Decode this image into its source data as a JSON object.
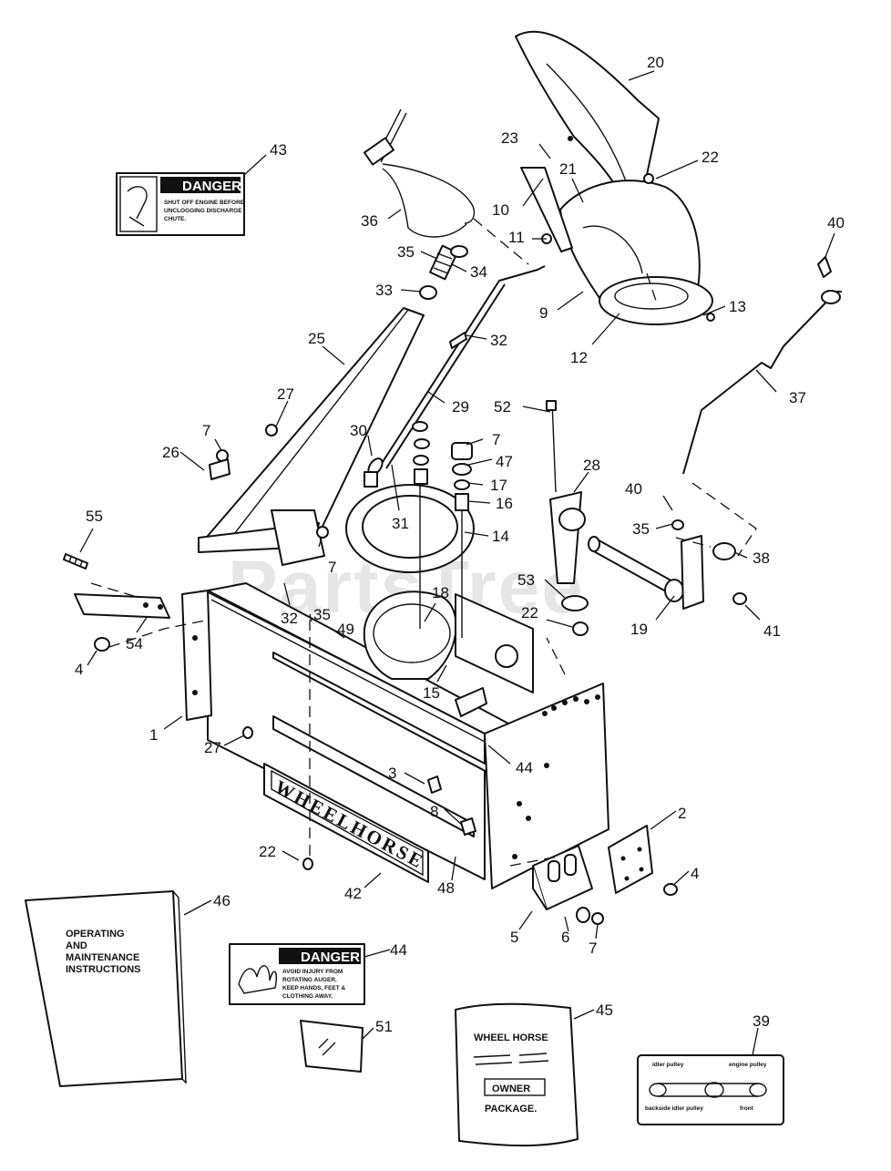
{
  "watermark": "PartsTree",
  "decals": {
    "danger_top": {
      "heading": "DANGER",
      "text_lines": [
        "SHUT OFF ENGINE BEFORE",
        "UNCLOGGING DISCHARGE",
        "CHUTE."
      ]
    },
    "danger_bottom": {
      "heading": "DANGER",
      "text_lines": [
        "AVOID INJURY FROM",
        "ROTATING AUGER.",
        "KEEP HANDS, FEET &",
        "CLOTHING AWAY."
      ]
    },
    "manual": {
      "text_lines": [
        "OPERATING",
        "AND",
        "MAINTENANCE",
        "INSTRUCTIONS"
      ]
    },
    "owner_package": {
      "brand": "WHEEL HORSE",
      "line1": "OWNER",
      "line2": "PACKAGE."
    },
    "belt_decal": {
      "labels": [
        "idler pulley",
        "engine pulley",
        "backside idler pulley",
        "front"
      ]
    },
    "nameplate": "WHEELHORSE"
  },
  "callouts": [
    {
      "id": "c20",
      "text": "20"
    },
    {
      "id": "c43",
      "text": "43"
    },
    {
      "id": "c23",
      "text": "23"
    },
    {
      "id": "c22a",
      "text": "22"
    },
    {
      "id": "c21",
      "text": "21"
    },
    {
      "id": "c10",
      "text": "10"
    },
    {
      "id": "c36",
      "text": "36"
    },
    {
      "id": "c11",
      "text": "11"
    },
    {
      "id": "c40a",
      "text": "40"
    },
    {
      "id": "c35a",
      "text": "35"
    },
    {
      "id": "c34",
      "text": "34"
    },
    {
      "id": "c33",
      "text": "33"
    },
    {
      "id": "c9",
      "text": "9"
    },
    {
      "id": "c13",
      "text": "13"
    },
    {
      "id": "c12",
      "text": "12"
    },
    {
      "id": "c25",
      "text": "25"
    },
    {
      "id": "c32a",
      "text": "32"
    },
    {
      "id": "c37",
      "text": "37"
    },
    {
      "id": "c27a",
      "text": "27"
    },
    {
      "id": "c29",
      "text": "29"
    },
    {
      "id": "c52",
      "text": "52"
    },
    {
      "id": "c7a",
      "text": "7"
    },
    {
      "id": "c30",
      "text": "30"
    },
    {
      "id": "c7b",
      "text": "7"
    },
    {
      "id": "c26",
      "text": "26"
    },
    {
      "id": "c47",
      "text": "47"
    },
    {
      "id": "c28",
      "text": "28"
    },
    {
      "id": "c17",
      "text": "17"
    },
    {
      "id": "c40b",
      "text": "40"
    },
    {
      "id": "c16",
      "text": "16"
    },
    {
      "id": "c31",
      "text": "31"
    },
    {
      "id": "c55",
      "text": "55"
    },
    {
      "id": "c14",
      "text": "14"
    },
    {
      "id": "c35b",
      "text": "35"
    },
    {
      "id": "c38",
      "text": "38"
    },
    {
      "id": "c7c",
      "text": "7"
    },
    {
      "id": "c53",
      "text": "53"
    },
    {
      "id": "c18",
      "text": "18"
    },
    {
      "id": "c32b",
      "text": "32"
    },
    {
      "id": "c35c",
      "text": "35"
    },
    {
      "id": "c22b",
      "text": "22"
    },
    {
      "id": "c41",
      "text": "41"
    },
    {
      "id": "c54",
      "text": "54"
    },
    {
      "id": "c49",
      "text": "49"
    },
    {
      "id": "c19",
      "text": "19"
    },
    {
      "id": "c4a",
      "text": "4"
    },
    {
      "id": "c15",
      "text": "15"
    },
    {
      "id": "c1",
      "text": "1"
    },
    {
      "id": "c27b",
      "text": "27"
    },
    {
      "id": "c44a",
      "text": "44"
    },
    {
      "id": "c3",
      "text": "3"
    },
    {
      "id": "c8",
      "text": "8"
    },
    {
      "id": "c2",
      "text": "2"
    },
    {
      "id": "c22c",
      "text": "22"
    },
    {
      "id": "c4b",
      "text": "4"
    },
    {
      "id": "c42",
      "text": "42"
    },
    {
      "id": "c48",
      "text": "48"
    },
    {
      "id": "c46",
      "text": "46"
    },
    {
      "id": "c5",
      "text": "5"
    },
    {
      "id": "c6",
      "text": "6"
    },
    {
      "id": "c7d",
      "text": "7"
    },
    {
      "id": "c44b",
      "text": "44"
    },
    {
      "id": "c45",
      "text": "45"
    },
    {
      "id": "c39",
      "text": "39"
    },
    {
      "id": "c51",
      "text": "51"
    }
  ]
}
